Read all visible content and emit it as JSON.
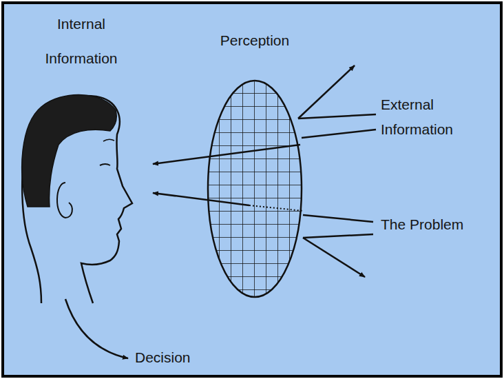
{
  "diagram": {
    "labels": [
      "Internal Information",
      "Perception",
      "External Information",
      "The Problem",
      "Decision"
    ]
  }
}
